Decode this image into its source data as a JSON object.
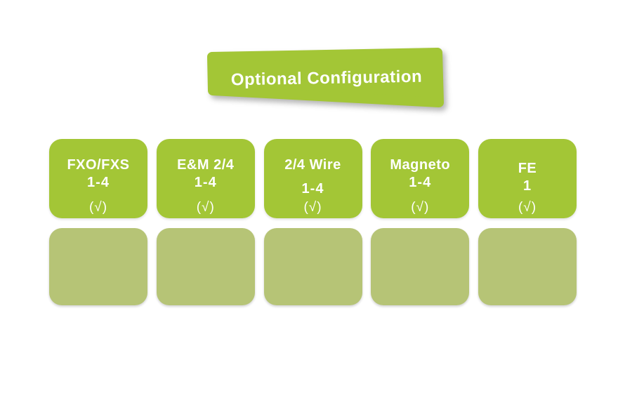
{
  "banner": {
    "label": "Optional Configuration"
  },
  "colors": {
    "bright_green": "#a3c636",
    "olive": "#b6c476",
    "text_on_green": "#ffffff"
  },
  "modules": [
    {
      "name": "FXO/FXS",
      "range": "1-4",
      "check": "(√)"
    },
    {
      "name": "E&M 2/4",
      "range": "1-4",
      "check": "(√)"
    },
    {
      "name": "2/4 Wire",
      "range": "1-4",
      "check": "(√)"
    },
    {
      "name": "Magneto",
      "range": "1-4",
      "check": "(√)"
    },
    {
      "name": "FE",
      "range": "1",
      "check": "(√)"
    }
  ]
}
